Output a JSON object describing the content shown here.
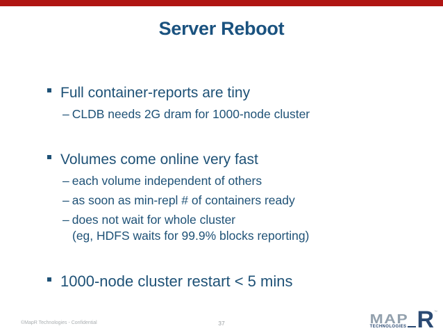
{
  "slide": {
    "title": "Server Reboot",
    "sub_marker": "–",
    "bullets": [
      {
        "label": "Full container-reports are tiny",
        "subs": [
          "CLDB needs 2G dram for 1000-node cluster"
        ]
      },
      {
        "label": "Volumes come online very fast",
        "subs": [
          "each volume independent of others",
          "as soon as min-repl # of containers ready",
          "does not wait for whole cluster"
        ],
        "continuation": "(eg, HDFS waits for 99.9% blocks reporting)"
      },
      {
        "label": "1000-node cluster restart < 5 mins",
        "subs": []
      }
    ],
    "colors": {
      "accent_bar": "#b01513",
      "title": "#1a527f",
      "body": "#1e5176",
      "footer_gray": "#a9aeb0",
      "logo_gray": "#92a0ad",
      "logo_navy": "#2b4a73"
    }
  },
  "footer": {
    "copyright": "©MapR Technologies - Confidential",
    "page_number": "37"
  },
  "logo": {
    "map": "MAP",
    "r": "R",
    "technologies": "TECHNOLOGIES",
    "tm": "™"
  }
}
